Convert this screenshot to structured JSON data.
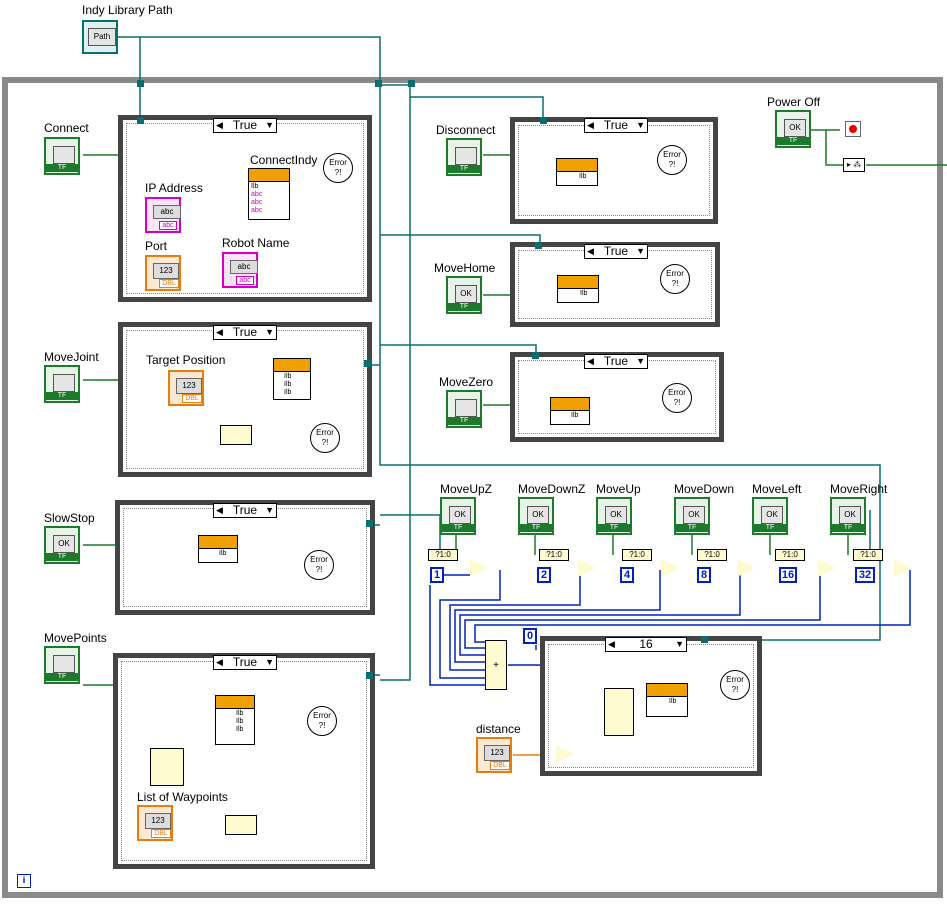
{
  "labels": {
    "indy_library_path": "Indy Library Path",
    "connect": "Connect",
    "connect_indy": "ConnectIndy",
    "ip_address": "IP Address",
    "port": "Port",
    "robot_name": "Robot Name",
    "move_joint": "MoveJoint",
    "target_position": "Target Position",
    "slow_stop": "SlowStop",
    "move_points": "MovePoints",
    "list_of_waypoints": "List of Waypoints",
    "disconnect": "Disconnect",
    "move_home": "MoveHome",
    "move_zero": "MoveZero",
    "power_off": "Power Off",
    "move_up_z": "MoveUpZ",
    "move_down_z": "MoveDownZ",
    "move_up": "MoveUp",
    "move_down": "MoveDown",
    "move_left": "MoveLeft",
    "move_right": "MoveRight",
    "distance": "distance"
  },
  "case_selectors": {
    "connect": "True",
    "move_joint": "True",
    "slow_stop": "True",
    "move_points": "True",
    "disconnect": "True",
    "move_home": "True",
    "move_zero": "True",
    "direction": "16"
  },
  "constants": {
    "up_z": "1",
    "down_z": "2",
    "up": "4",
    "down": "8",
    "left": "16",
    "right": "32",
    "zero": "0",
    "bool_to_num": "?1:0"
  },
  "text": {
    "path": "Path",
    "ok": "OK",
    "tf": "TF",
    "abc": "abc",
    "dbl": "DBL",
    "num": "123",
    "error": "Error",
    "error_mark": "?!",
    "ilb": "Ilb",
    "info": "i",
    "choose_q": "?"
  },
  "colors": {
    "boolean_wire": "#1d7a2c",
    "string_wire": "#d400c8",
    "numeric_wire": "#e87d0d",
    "integer_wire": "#0020c0",
    "refnum_wire": "#0a6e6e",
    "error_wire": "#b8a000",
    "frame": "#8a8a8a"
  }
}
